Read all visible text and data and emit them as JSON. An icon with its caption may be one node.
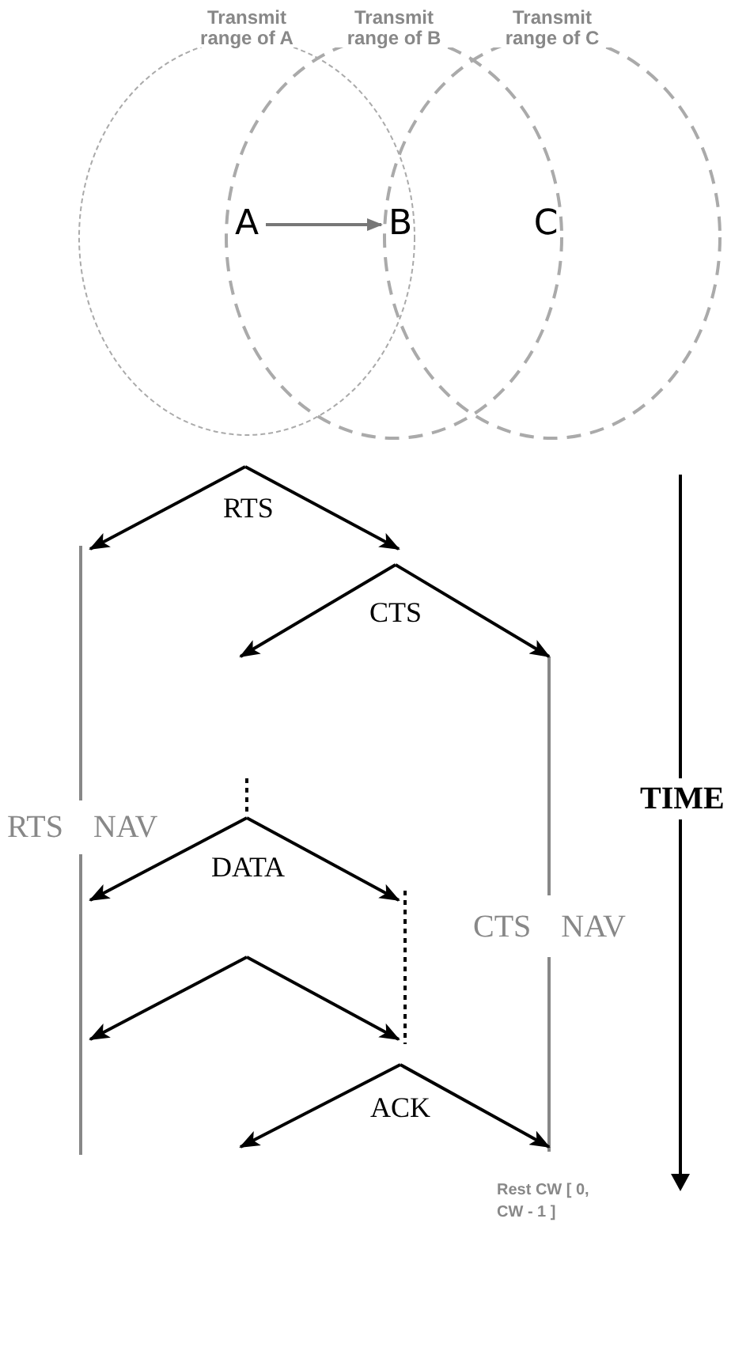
{
  "diagram": {
    "nodes": [
      {
        "text": [
          "Transmit range of A"
        ]
      },
      {
        "text": [
          "Transmit range of B"
        ]
      },
      {
        "text": [
          "Transmit range of C"
        ]
      },
      {
        "text": [
          "A"
        ]
      },
      {
        "text": [
          "B"
        ]
      },
      {
        "text": [
          "C"
        ]
      }
    ],
    "edges": [
      {
        "from": 3,
        "to": 4,
        "arrow": "to"
      }
    ],
    "labels": [
      "RTS",
      "CTS",
      "RTS NAV",
      "TIME",
      "DATA",
      "CTS NAV",
      "ACK",
      "Rest CW [ 0, CW - 1 ]"
    ]
  }
}
